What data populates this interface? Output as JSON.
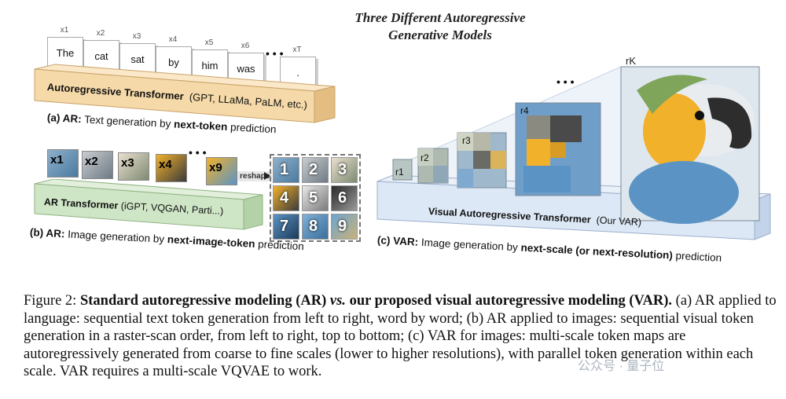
{
  "title": {
    "line1": "Three Different Autoregressive",
    "line2": "Generative Models"
  },
  "ar_text": {
    "tokens": [
      {
        "sub": "x1",
        "word": "The"
      },
      {
        "sub": "x2",
        "word": "cat"
      },
      {
        "sub": "x3",
        "word": "sat"
      },
      {
        "sub": "x4",
        "word": "by"
      },
      {
        "sub": "x5",
        "word": "him"
      },
      {
        "sub": "x6",
        "word": "was"
      },
      {
        "sub": "xT",
        "word": "."
      }
    ],
    "dots": "• • •",
    "slab_label": "Autoregressive Transformer",
    "slab_models": "(GPT, LLaMa, PaLM, etc.)",
    "caption_prefix": "(a) AR:",
    "caption_text": "Text generation by",
    "caption_bold": "next-token",
    "caption_suffix": "prediction"
  },
  "ar_image": {
    "tiles": [
      "x1",
      "x2",
      "x3",
      "x4",
      "x9"
    ],
    "dots": "• • •",
    "reshape_label": "reshape",
    "grid": [
      "1",
      "2",
      "3",
      "4",
      "5",
      "6",
      "7",
      "8",
      "9"
    ],
    "slab_label": "AR Transformer",
    "slab_models": "(iGPT, VQGAN, Parti...)",
    "caption_prefix": "(b) AR:",
    "caption_text": "Image generation by",
    "caption_bold": "next-image-token",
    "caption_suffix": "prediction"
  },
  "var": {
    "scales": [
      "r1",
      "r2",
      "r3",
      "r4",
      "rK"
    ],
    "dots": "• • •",
    "slab_label": "Visual Autoregressive Transformer",
    "slab_models": "(Our VAR)",
    "caption_prefix": "(c) VAR:",
    "caption_text": "Image generation by",
    "caption_bold": "next-scale (or next-resolution)",
    "caption_suffix": "prediction"
  },
  "figure_caption": {
    "label": "Figure 2:",
    "bold_a": "Standard autoregressive modeling (AR)",
    "vs": "vs.",
    "bold_b": "our proposed visual autoregressive modeling (VAR).",
    "body": "(a) AR applied to language: sequential text token generation from left to right, word by word; (b) AR applied to images: sequential visual token generation in a raster-scan order, from left to right, top to bottom; (c) VAR for images: multi-scale token maps are autoregressively generated from coarse to fine scales (lower to higher resolutions), with parallel token generation within each scale. VAR requires a multi-scale VQVAE to work."
  },
  "watermark": "公众号 · 量子位",
  "colors": {
    "slab_a": "#f5d9a8",
    "slab_b": "#cfe6c6",
    "slab_c": "#dde8f6",
    "parrot_blue": "#5b94c4",
    "parrot_yellow": "#f2b12a"
  }
}
